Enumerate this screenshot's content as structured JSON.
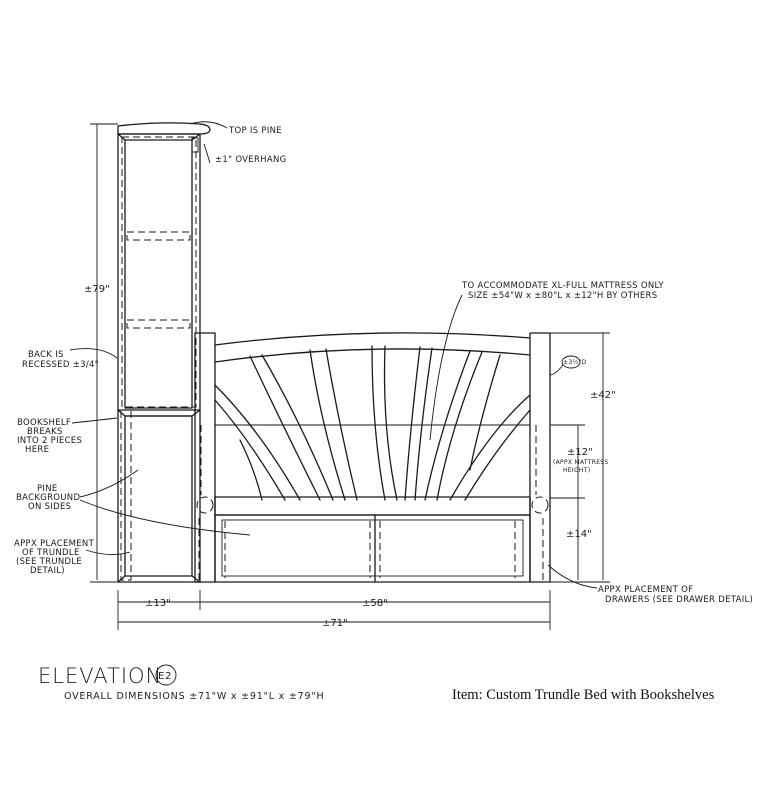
{
  "drawing": {
    "notes": {
      "top_is_pine": "TOP IS PINE",
      "overhang": "±1\" OVERHANG",
      "mattress_line1": "TO ACCOMMODATE XL-FULL MATTRESS ONLY",
      "mattress_line2": "SIZE ±54\"W x ±80\"L x ±12\"H BY OTHERS",
      "post_diameter": "±3½\"D",
      "back_recessed": [
        "BACK IS",
        "RECESSED ±3/4\""
      ],
      "bookshelf_breaks": [
        "BOOKSHELF",
        "BREAKS",
        "INTO 2 PIECES",
        "HERE"
      ],
      "pine_background": [
        "PINE",
        "BACKGROUND",
        "ON SIDES"
      ],
      "trundle": [
        "APPX PLACEMENT",
        "OF TRUNDLE",
        "(SEE TRUNDLE",
        "DETAIL)"
      ],
      "drawers": [
        "APPX PLACEMENT OF",
        "DRAWERS (SEE DRAWER DETAIL)"
      ],
      "mattress_height": [
        "(APPX MATTRESS",
        "HEIGHT)"
      ]
    },
    "dimensions": {
      "total_height": "±79\"",
      "headboard_height": "±42\"",
      "mattress_height": "±12\"",
      "rail_height": "±14\"",
      "bookshelf_width": "±13\"",
      "bed_width": "±58\"",
      "overall_width": "±71\""
    }
  },
  "footer": {
    "title": "ELEVATION",
    "badge": "E2",
    "overall_dimensions": "OVERALL DIMENSIONS  ±71\"W  x  ±91\"L  x  ±79\"H",
    "item": "Item: Custom Trundle Bed with Bookshelves"
  }
}
